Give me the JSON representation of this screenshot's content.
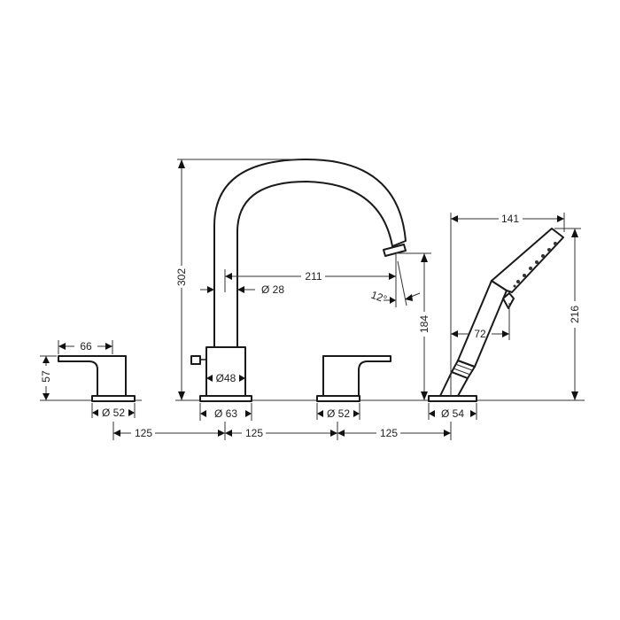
{
  "drawing": {
    "type": "technical-dimension-drawing",
    "subject": "4-hole deck-mounted bath mixer with hand shower",
    "units": "mm"
  },
  "dimensions": {
    "left_handle_width": "66",
    "left_handle_height": "57",
    "left_base_dia": "Ø 52",
    "spout_height": "302",
    "spout_reach": "211",
    "spout_dia": "Ø 28",
    "spout_angle": "12°",
    "spout_outlet_height": "184",
    "spout_body_dia": "Ø48",
    "spout_base_dia": "Ø 63",
    "right_base_dia": "Ø 52",
    "shower_reach": "141",
    "shower_height": "216",
    "shower_grip_width": "72",
    "shower_base_dia": "Ø 54",
    "spacing_1": "125",
    "spacing_2": "125",
    "spacing_3": "125"
  }
}
